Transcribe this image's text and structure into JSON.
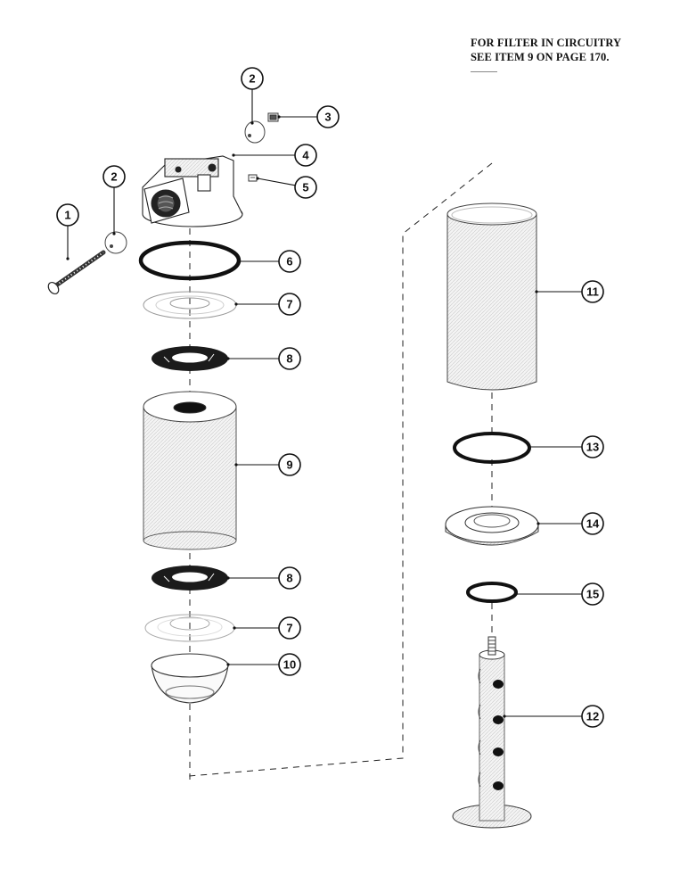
{
  "note": {
    "line1": "FOR FILTER IN CIRCUITRY",
    "line2": "SEE ITEM 9 ON PAGE 170."
  },
  "callouts": [
    {
      "id": "c1",
      "label": "1"
    },
    {
      "id": "c2a",
      "label": "2"
    },
    {
      "id": "c2b",
      "label": "2"
    },
    {
      "id": "c3",
      "label": "3"
    },
    {
      "id": "c4",
      "label": "4"
    },
    {
      "id": "c5",
      "label": "5"
    },
    {
      "id": "c6",
      "label": "6"
    },
    {
      "id": "c7a",
      "label": "7"
    },
    {
      "id": "c8a",
      "label": "8"
    },
    {
      "id": "c9",
      "label": "9"
    },
    {
      "id": "c8b",
      "label": "8"
    },
    {
      "id": "c7b",
      "label": "7"
    },
    {
      "id": "c10",
      "label": "10"
    },
    {
      "id": "c11",
      "label": "11"
    },
    {
      "id": "c13",
      "label": "13"
    },
    {
      "id": "c14",
      "label": "14"
    },
    {
      "id": "c15",
      "label": "15"
    },
    {
      "id": "c12",
      "label": "12"
    }
  ]
}
